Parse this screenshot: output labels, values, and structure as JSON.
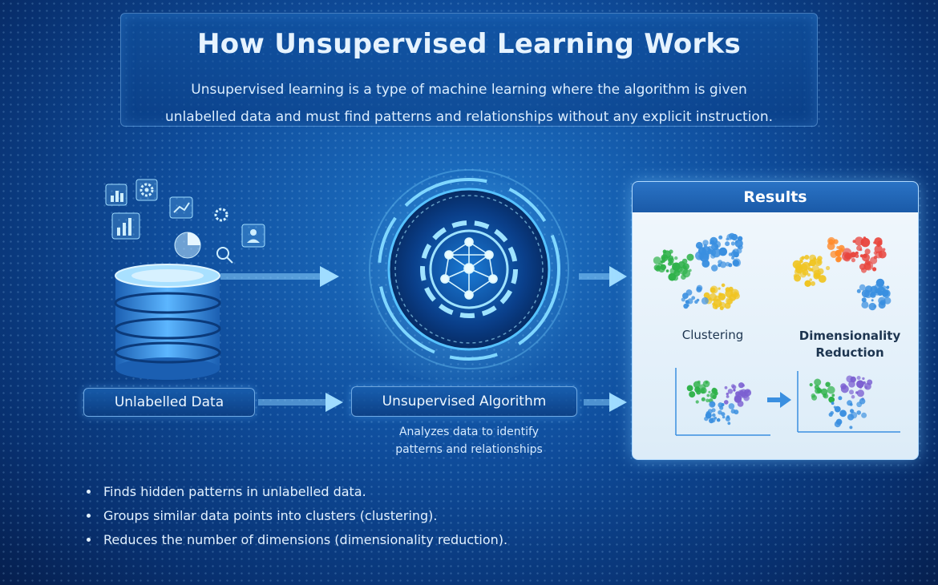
{
  "header": {
    "title": "How Unsupervised Learning Works",
    "description_line1": "Unsupervised learning is a type of machine learning where the algorithm is given",
    "description_line2": "unlabelled data and must find patterns and relationships without any explicit instruction."
  },
  "flow": {
    "data_label": "Unlabelled Data",
    "algorithm_label": "Unsupervised Algorithm",
    "algorithm_sub_line1": "Analyzes data to identify",
    "algorithm_sub_line2": "patterns and relationships"
  },
  "results": {
    "title": "Results",
    "clustering_label": "Clustering",
    "dimred_line1": "Dimensionality",
    "dimred_line2": "Reduction"
  },
  "bullets": [
    "Finds hidden patterns in unlabelled data.",
    "Groups similar data points into clusters (clustering).",
    "Reduces the number of dimensions (dimensionality reduction)."
  ],
  "colors": {
    "background": "#0f4d9c",
    "accent": "#5fd0ff",
    "cluster_colors": [
      "#2fb24a",
      "#3a8fe0",
      "#f0c420",
      "#e8463e",
      "#7b5fd1",
      "#ff8a2a"
    ]
  },
  "icons": [
    "bar-chart-icon",
    "gear-icon",
    "line-chart-icon",
    "pie-chart-icon",
    "magnifier-icon",
    "user-card-icon",
    "database-icon",
    "neural-network-gear-icon"
  ]
}
